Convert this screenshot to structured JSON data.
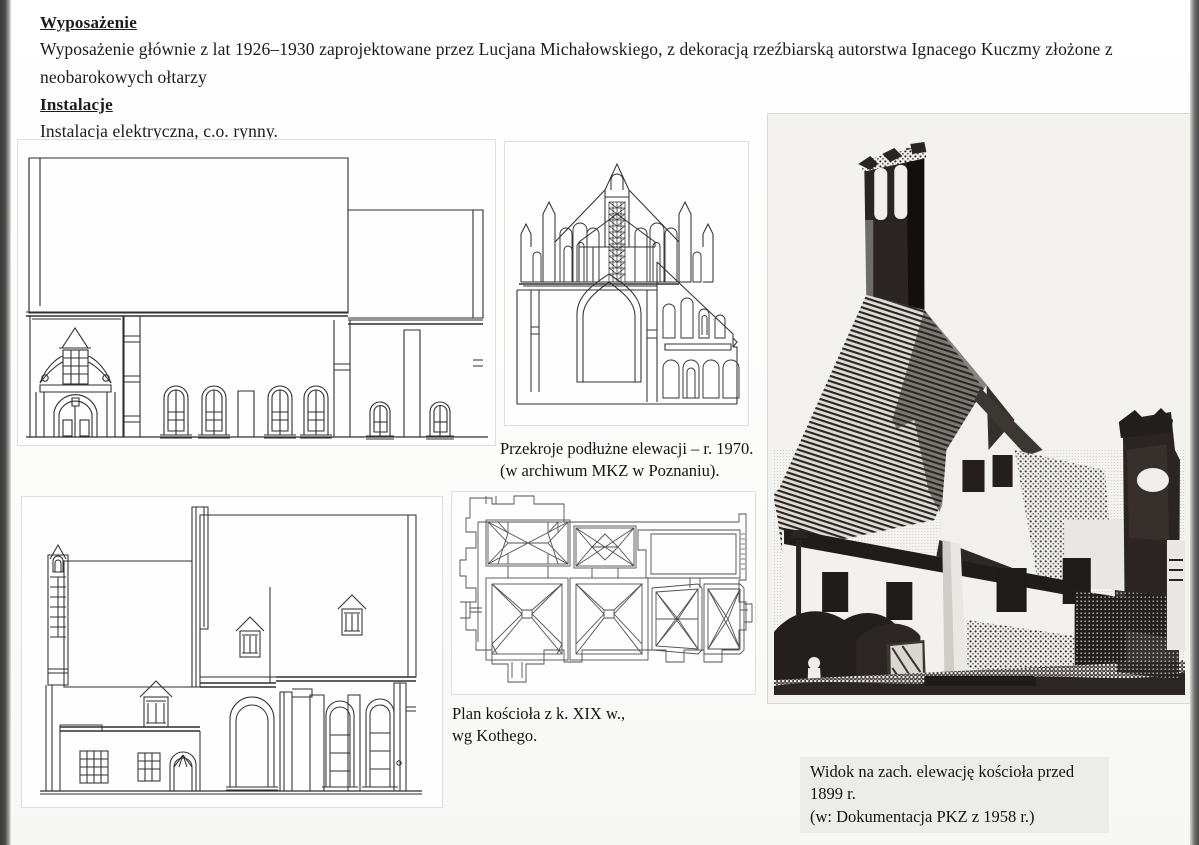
{
  "document": {
    "language": "pl",
    "sections": [
      {
        "heading": "Wyposażenie",
        "body_line1": "Wyposażenie  głównie  z  lat  1926–1930  zaprojektowane  przez  Lucjana  Michałowskiego,  z  dekoracją  rzeźbiarską  autorstwa  Ignacego  Kuczmy  złożone  z",
        "body_line2": "neobarokowych ołtarzy"
      },
      {
        "heading": "Instalacje",
        "body_line1": "Instalacja elektryczna, c.o. rynny."
      }
    ]
  },
  "figures": {
    "elevation_north": {
      "name": "north-elevation-drawing",
      "kind": "line-drawing",
      "description": "Elewacja — rysunek konturowy kościoła z barokową kruchtą i oknami"
    },
    "section_longitudinal": {
      "name": "longitudinal-section-drawing",
      "kind": "line-drawing",
      "description": "Przekrój podłużny — szczyt gotycki ze sterczynami i blendami"
    },
    "elevation_south": {
      "name": "south-elevation-drawing",
      "kind": "line-drawing",
      "description": "Elewacja boczna z wieżyczką, lukarnami i oknami ostrołukowymi"
    },
    "floor_plan": {
      "name": "floor-plan-drawing",
      "kind": "line-drawing",
      "description": "Rzut poziomy kościoła ze sklepieniami żebrowymi"
    },
    "photograph": {
      "name": "historic-photograph",
      "kind": "halftone-photograph",
      "description": "Czarno-biała fotografia zachodniej elewacji kościoła z wieżą"
    }
  },
  "captions": {
    "section_longitudinal": "Przekroje podłużne elewacji – r. 1970.\n(w archiwum MKZ w Poznaniu).",
    "floor_plan": "Plan kościoła z k. XIX w.,\nwg Kothego.",
    "photograph": "Widok na zach. elewację kościoła przed\n1899 r.\n(w: Dokumentacja PKZ z 1958 r.)"
  },
  "colors": {
    "page_background": "#fdfdfc",
    "text": "#1b1b1b",
    "drawing_ink": "#2a2a2a",
    "caption_box": "#ececea",
    "photo_ink": "#231f1c",
    "scan_edge": "#3a3a3a"
  }
}
